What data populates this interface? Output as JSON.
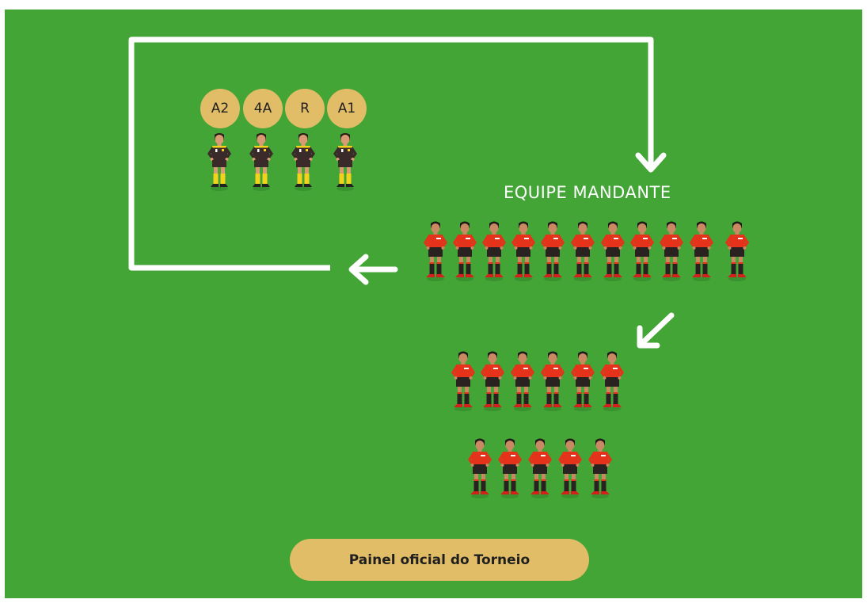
{
  "field": {
    "color": "#42a535",
    "line_color": "#ffffff"
  },
  "referees": {
    "badges": [
      "A2",
      "4A",
      "R",
      "A1"
    ],
    "badge_color": "#e2bd67",
    "shirt_color": "#3a2a2a",
    "sock_color": "#f2d21b"
  },
  "home_team": {
    "label": "EQUIPE MANDANTE",
    "shirt_color": "#e4321b",
    "starting_players": 11,
    "substitutes_row1": 6,
    "substitutes_row2": 5
  },
  "panel_button": {
    "label": "Painel oficial do Torneio",
    "color": "#e2bd67"
  }
}
